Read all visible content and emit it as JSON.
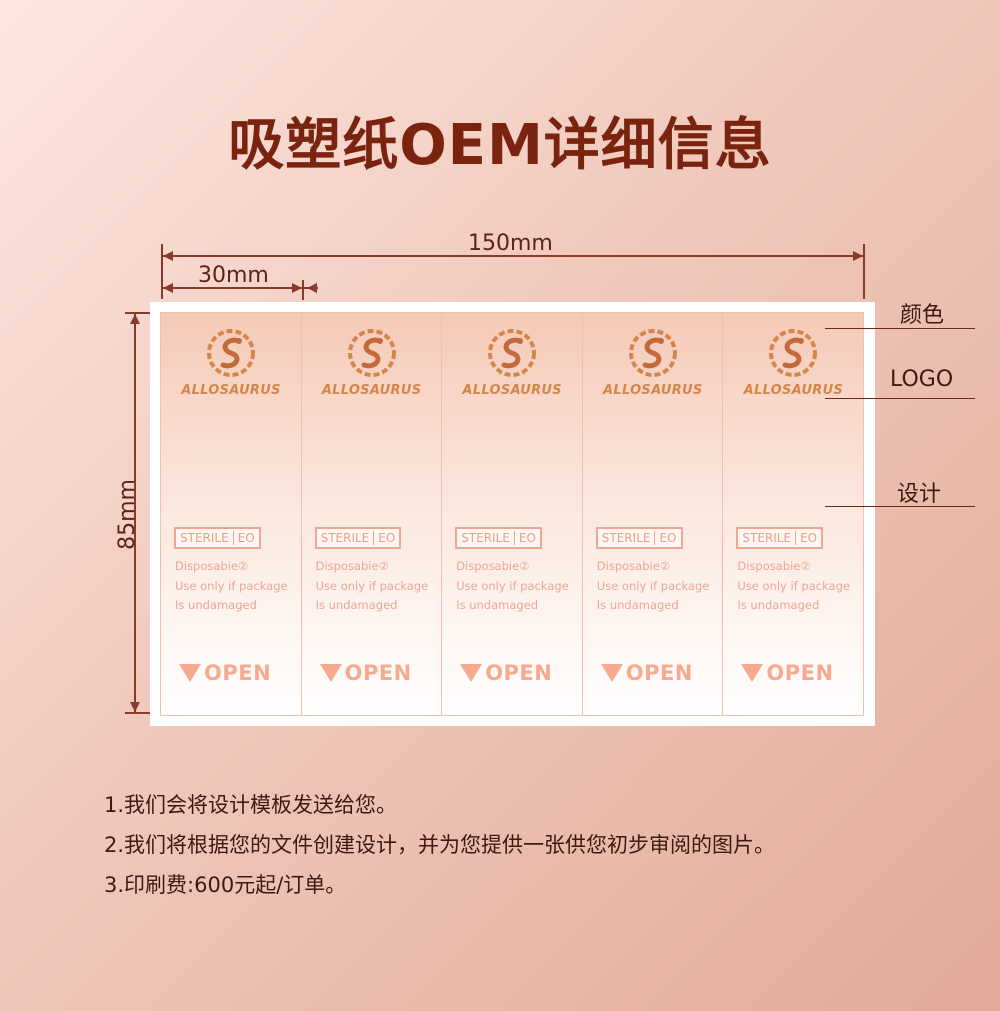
{
  "title": "吸塑纸OEM详细信息",
  "dimensions": {
    "width_total": "150mm",
    "width_panel": "30mm",
    "height": "85mm"
  },
  "labels": [
    {
      "brand": "ALLOSAURUS",
      "sterile": "STERILE",
      "method": "EO",
      "line1": "Disposabie②",
      "line2": "Use only if package",
      "line3": "Is undamaged",
      "open": "OPEN"
    },
    {
      "brand": "ALLOSAURUS",
      "sterile": "STERILE",
      "method": "EO",
      "line1": "Disposabie②",
      "line2": "Use only if package",
      "line3": "Is undamaged",
      "open": "OPEN"
    },
    {
      "brand": "ALLOSAURUS",
      "sterile": "STERILE",
      "method": "EO",
      "line1": "Disposabie②",
      "line2": "Use only if package",
      "line3": "Is undamaged",
      "open": "OPEN"
    },
    {
      "brand": "ALLOSAURUS",
      "sterile": "STERILE",
      "method": "EO",
      "line1": "Disposabie②",
      "line2": "Use only if package",
      "line3": "Is undamaged",
      "open": "OPEN"
    },
    {
      "brand": "ALLOSAURUS",
      "sterile": "STERILE",
      "method": "EO",
      "line1": "Disposabie②",
      "line2": "Use only if package",
      "line3": "Is undamaged",
      "open": "OPEN"
    }
  ],
  "callouts": {
    "color": "颜色",
    "logo": "LOGO",
    "design": "设计"
  },
  "notes": [
    "1.我们会将设计模板发送给您。",
    "2.我们将根据您的文件创建设计，并为您提供一张供您初步审阅的图片。",
    "3.印刷费:600元起/订单。"
  ],
  "colors": {
    "title": "#7a2410",
    "brand": "#d4864a",
    "accent": "#f6aa90"
  },
  "icons": [
    "dragon-logo-icon",
    "down-triangle-icon"
  ]
}
